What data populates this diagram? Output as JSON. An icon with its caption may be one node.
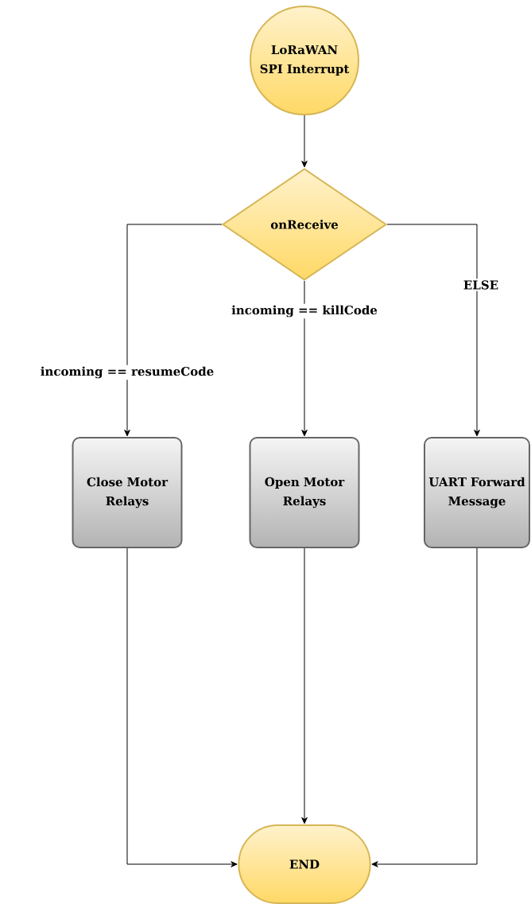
{
  "diagram": {
    "nodes": [
      {
        "text": [
          "LoRaWAN SPI Interrupt"
        ]
      },
      {
        "text": [
          "onReceive"
        ]
      },
      {
        "text": [
          "Close Motor Relays"
        ]
      },
      {
        "text": [
          "Open Motor Relays"
        ]
      },
      {
        "text": [
          "UART Forward Message"
        ]
      },
      {
        "text": [
          "END"
        ]
      }
    ],
    "edges": [
      {
        "from": 0,
        "to": 1,
        "arrow": "to"
      },
      {
        "from": 1,
        "to": 2,
        "arrow": "to",
        "label": "incoming == resumeCode"
      },
      {
        "from": 1,
        "to": 3,
        "arrow": "to",
        "label": "incoming == killCode"
      },
      {
        "from": 1,
        "to": 4,
        "arrow": "to",
        "label": "ELSE"
      },
      {
        "from": 2,
        "to": 5,
        "arrow": "to"
      },
      {
        "from": 3,
        "to": 5,
        "arrow": "to"
      },
      {
        "from": 4,
        "to": 5,
        "arrow": "to"
      }
    ]
  }
}
